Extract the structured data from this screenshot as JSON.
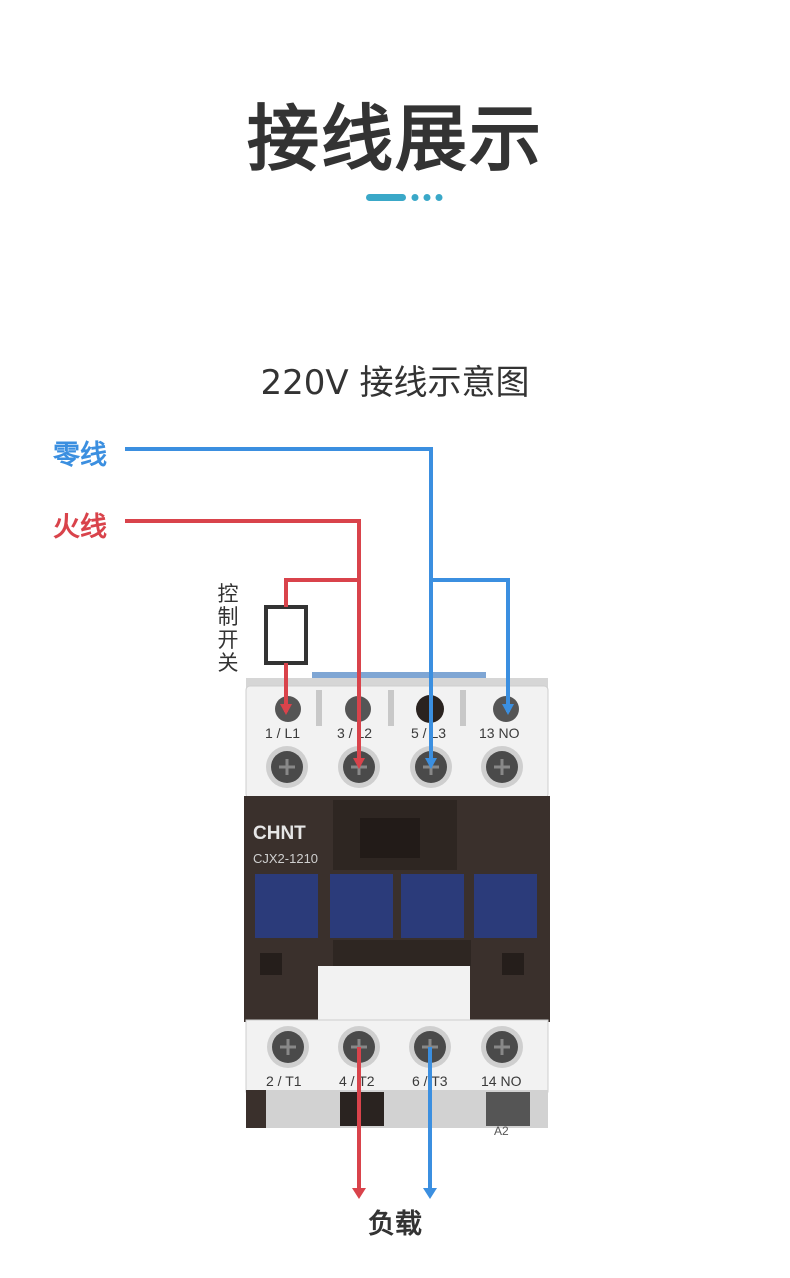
{
  "title": "接线展示",
  "subtitle": "220V 接线示意图",
  "neutral_label": "零线",
  "live_label": "火线",
  "switch_label": "控制开关",
  "load_label": "负载",
  "contactor": {
    "brand": "CHNT",
    "model": "CJX2-1210",
    "top_terminals": [
      "1 / L1",
      "3 / L2",
      "5 / L3",
      "13 NO"
    ],
    "bottom_terminals": [
      "2 / T1",
      "4 / T2",
      "6 / T3",
      "14 NO"
    ],
    "coil_label": "A2"
  },
  "colors": {
    "neutral": "#3b8fe0",
    "live": "#d9434b",
    "text": "#333333",
    "accent": "#3aa8c8"
  }
}
